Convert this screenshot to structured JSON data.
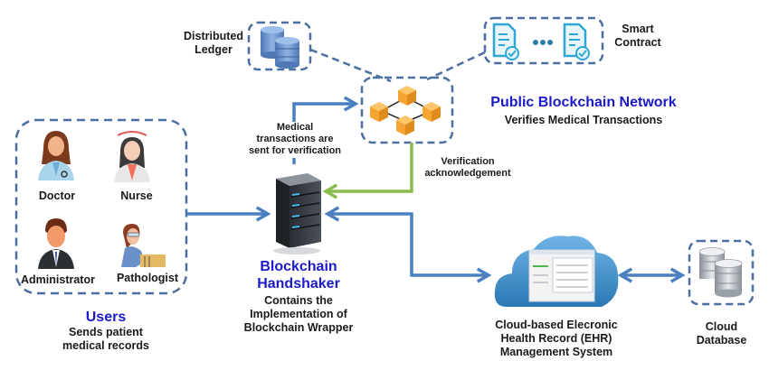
{
  "colors": {
    "flow_arrow": "#4a7fc0",
    "ack_arrow": "#8bbb4d",
    "dashed_border": "#4a6fa0",
    "title_blue": "#1a1ac8",
    "block_orange": "#f6a532",
    "cloud_blue": "#3d8cc8"
  },
  "distributed_ledger": {
    "line1": "Distributed",
    "line2": "Ledger",
    "icon": "database-icon"
  },
  "smart_contract": {
    "line1": "Smart",
    "line2": "Contract",
    "icon": "contract-document-icon"
  },
  "public_blockchain": {
    "title": "Public Blockchain Network",
    "subtitle": "Verifies Medical Transactions",
    "icon": "blockchain-network-icon"
  },
  "medical_transactions_label": {
    "line1": "Medical",
    "line2": "transactions are",
    "line3": "sent for verification"
  },
  "verification_label": {
    "line1": "Verification",
    "line2": "acknowledgement"
  },
  "users": {
    "title": "Users",
    "subtitle_line1": "Sends patient",
    "subtitle_line2": "medical records",
    "roles": [
      {
        "label": "Doctor",
        "icon": "doctor-icon"
      },
      {
        "label": "Nurse",
        "icon": "nurse-icon"
      },
      {
        "label": "Administrator",
        "icon": "administrator-icon"
      },
      {
        "label": "Pathologist",
        "icon": "pathologist-icon"
      }
    ]
  },
  "handshaker": {
    "title_line1": "Blockchain",
    "title_line2": "Handshaker",
    "desc_line1": "Contains the",
    "desc_line2": "Implementation of",
    "desc_line3": "Blockchain Wrapper",
    "icon": "server-icon"
  },
  "ehr": {
    "line1": "Cloud-based Elecronic",
    "line2": "Health Record (EHR)",
    "line3": "Management System",
    "icon": "cloud-icon"
  },
  "cloud_database": {
    "line1": "Cloud",
    "line2": "Database",
    "icon": "database-icon"
  }
}
